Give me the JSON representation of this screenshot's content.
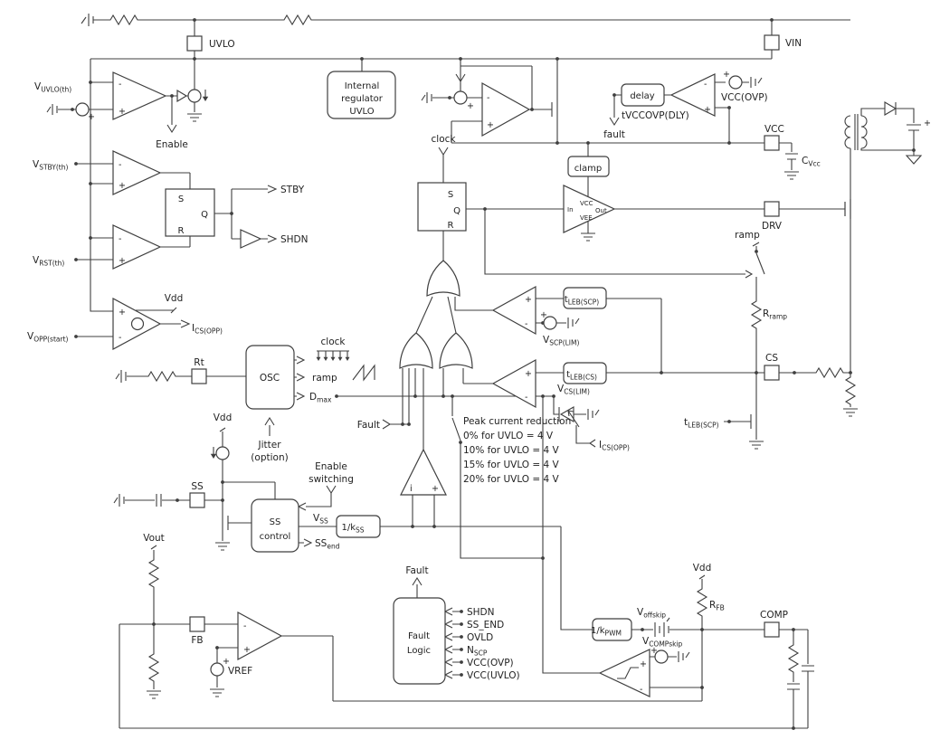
{
  "sym": {
    "plus": "+",
    "minus": "-",
    "i": "i"
  },
  "colors": {
    "line": "#3f3f3f",
    "text": "#222222",
    "bg": "#ffffff"
  },
  "pins": {
    "uvlo": "UVLO",
    "vin": "VIN",
    "vcc": "VCC",
    "drv": "DRV",
    "cs": "CS",
    "rt": "Rt",
    "ss": "SS",
    "fb": "FB",
    "comp": "COMP"
  },
  "latch": {
    "s": "S",
    "q": "Q",
    "r": "R"
  },
  "driver": {
    "in_label": "In",
    "vcc": "VCC",
    "vee": "VEE",
    "out": "Out"
  },
  "blocks": {
    "internal_reg": {
      "l1": "Internal",
      "l2": "regulator",
      "l3": "UVLO"
    },
    "osc": "OSC",
    "ss_control": {
      "l1": "SS",
      "l2": "control"
    },
    "fault_logic": {
      "l1": "Fault",
      "l2": "Logic"
    },
    "delay": "delay",
    "clamp": "clamp",
    "k_ss": {
      "main": "1/k",
      "sub": "SS"
    },
    "k_pwm": {
      "main": "1/k",
      "sub": "PWM"
    },
    "t_leb_scp": {
      "main": "t",
      "sub": "LEB(SCP)"
    },
    "t_leb_cs": {
      "main": "t",
      "sub": "LEB(CS)"
    }
  },
  "nets": {
    "enable": "Enable",
    "stby": "STBY",
    "shdn": "SHDN",
    "clock": "clock",
    "ramp": "ramp",
    "dmax": {
      "main": "D",
      "sub": "max"
    },
    "jitter": "Jitter",
    "option": "(option)",
    "vdd": "Vdd",
    "vout": "Vout",
    "vref": "VREF",
    "fault_cap": "Fault",
    "fault_small": "fault",
    "tvccovp": "tVCCOVP(DLY)",
    "vcc_ovp": "VCC(OVP)",
    "enable_sw": {
      "l1": "Enable",
      "l2": "switching"
    },
    "v_ss": {
      "main": "V",
      "sub": "SS"
    },
    "ss_end": {
      "main": "SS",
      "sub": "end"
    }
  },
  "refs": {
    "v_uvlo_th": {
      "main": "V",
      "sub": "UVLO(th)"
    },
    "v_stby_th": {
      "main": "V",
      "sub": "STBY(th)"
    },
    "v_rst_th": {
      "main": "V",
      "sub": "RST(th)"
    },
    "v_opp_start": {
      "main": "V",
      "sub": "OPP(start)"
    },
    "i_cs_opp": {
      "main": "I",
      "sub": "CS(OPP)"
    },
    "v_scp_lim": {
      "main": "V",
      "sub": "SCP(LIM)"
    },
    "v_cs_lim": {
      "main": "V",
      "sub": "CS(LIM)"
    },
    "r_ramp": {
      "main": "R",
      "sub": "ramp"
    },
    "c_vcc": {
      "main": "C",
      "sub": "Vcc"
    },
    "r_fb": {
      "main": "R",
      "sub": "FB"
    },
    "v_offskip": {
      "main": "V",
      "sub": "offskip"
    },
    "v_compskip": {
      "main": "V",
      "sub": "COMPskip"
    }
  },
  "fault_inputs": {
    "shdn": "SHDN",
    "ss_end": "SS_END",
    "ovld": "OVLD",
    "n_scp": {
      "main": "N",
      "sub": "SCP"
    },
    "vcc_ovp": "VCC(OVP)",
    "vcc_uvlo": "VCC(UVLO)"
  },
  "peak": {
    "title": "Peak current reduction",
    "l1": "0% for UVLO = 4 V",
    "l2": "10% for UVLO = 4 V",
    "l3": "15% for UVLO = 4 V",
    "l4": "20% for UVLO = 4 V"
  }
}
